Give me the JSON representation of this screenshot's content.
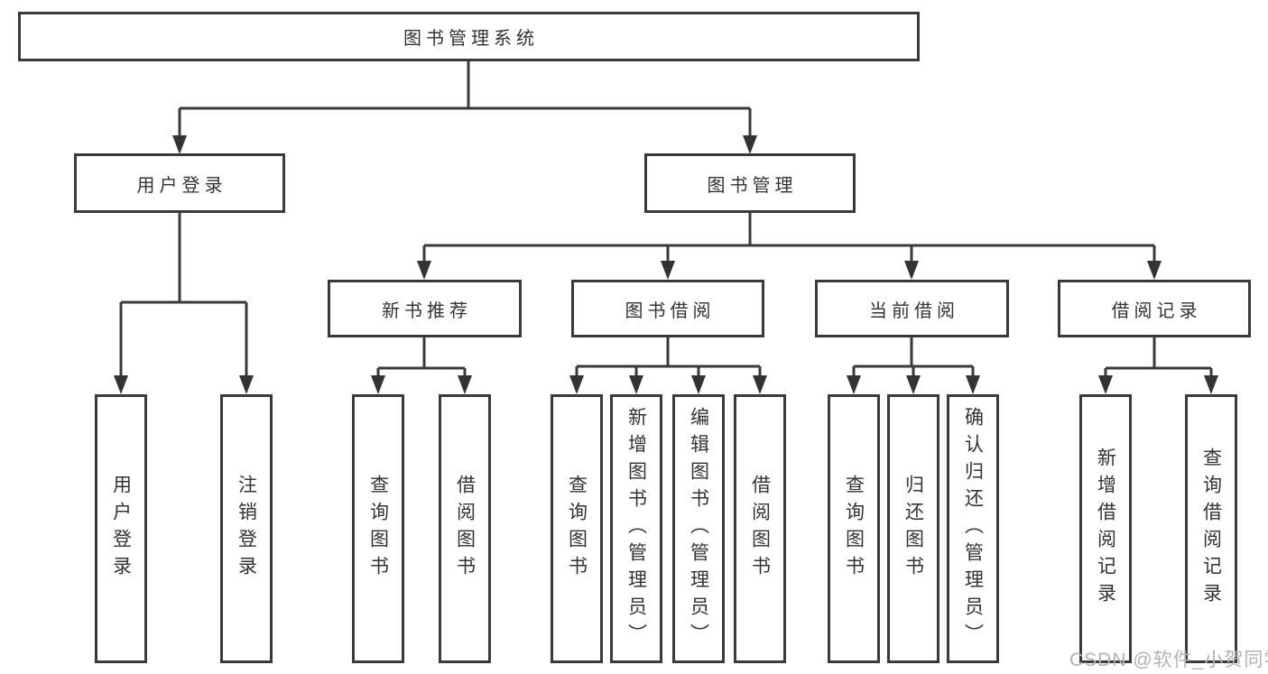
{
  "colors": {
    "line": "#3a3a3a",
    "box_border": "#3a3a3a",
    "text": "#333333",
    "watermark": "#b3b3b6",
    "background": "#ffffff"
  },
  "diagram": {
    "root": {
      "label": "图书管理系统"
    },
    "level2": [
      {
        "label": "用户登录"
      },
      {
        "label": "图书管理"
      }
    ],
    "level3": [
      {
        "label": "新书推荐",
        "parent": "图书管理"
      },
      {
        "label": "图书借阅",
        "parent": "图书管理"
      },
      {
        "label": "当前借阅",
        "parent": "图书管理"
      },
      {
        "label": "借阅记录",
        "parent": "图书管理"
      }
    ],
    "leaves": [
      {
        "group": "用户登录",
        "label": "用户登录"
      },
      {
        "group": "用户登录",
        "label": "注销登录"
      },
      {
        "group": "新书推荐",
        "label": "查询图书"
      },
      {
        "group": "新书推荐",
        "label": "借阅图书"
      },
      {
        "group": "图书借阅",
        "label": "查询图书"
      },
      {
        "group": "图书借阅",
        "label": "新增图书（管理员）"
      },
      {
        "group": "图书借阅",
        "label": "编辑图书（管理员）"
      },
      {
        "group": "图书借阅",
        "label": "借阅图书"
      },
      {
        "group": "当前借阅",
        "label": "查询图书"
      },
      {
        "group": "当前借阅",
        "label": "归还图书"
      },
      {
        "group": "当前借阅",
        "label": "确认归还（管理员）"
      },
      {
        "group": "借阅记录",
        "label": "新增借阅记录"
      },
      {
        "group": "借阅记录",
        "label": "查询借阅记录"
      }
    ]
  },
  "watermark": {
    "text": "CSDN @软件_小贺同学"
  }
}
